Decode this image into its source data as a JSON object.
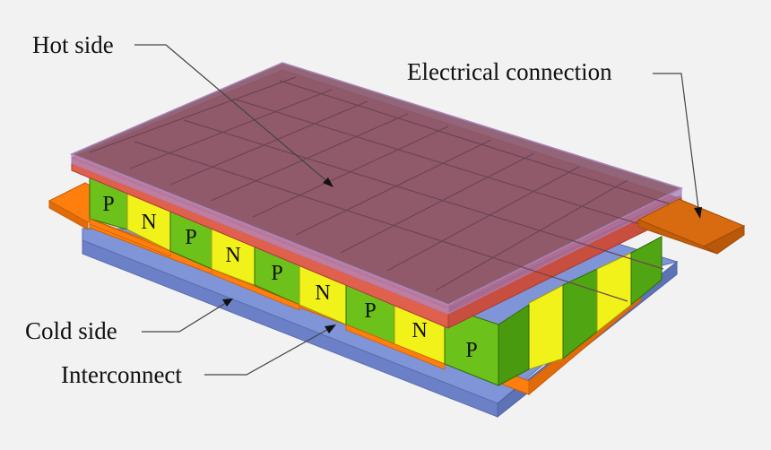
{
  "labels": {
    "hot_side": "Hot side",
    "electrical_connection": "Electrical connection",
    "cold_side": "Cold side",
    "interconnect": "Interconnect"
  },
  "front_row_legs": [
    "P",
    "N",
    "P",
    "N",
    "P",
    "N",
    "P",
    "N",
    "P"
  ],
  "colors": {
    "p_type": "#6cc21a",
    "n_type": "#f2f21b",
    "hot_plate": "#8a5a6e",
    "hot_plate_edge": "#a884b8",
    "cold_plate": "#7f95d8",
    "interconnect": "#ff7f0e",
    "electrical_tab": "#d86a10",
    "background": "#f2f2f3"
  }
}
